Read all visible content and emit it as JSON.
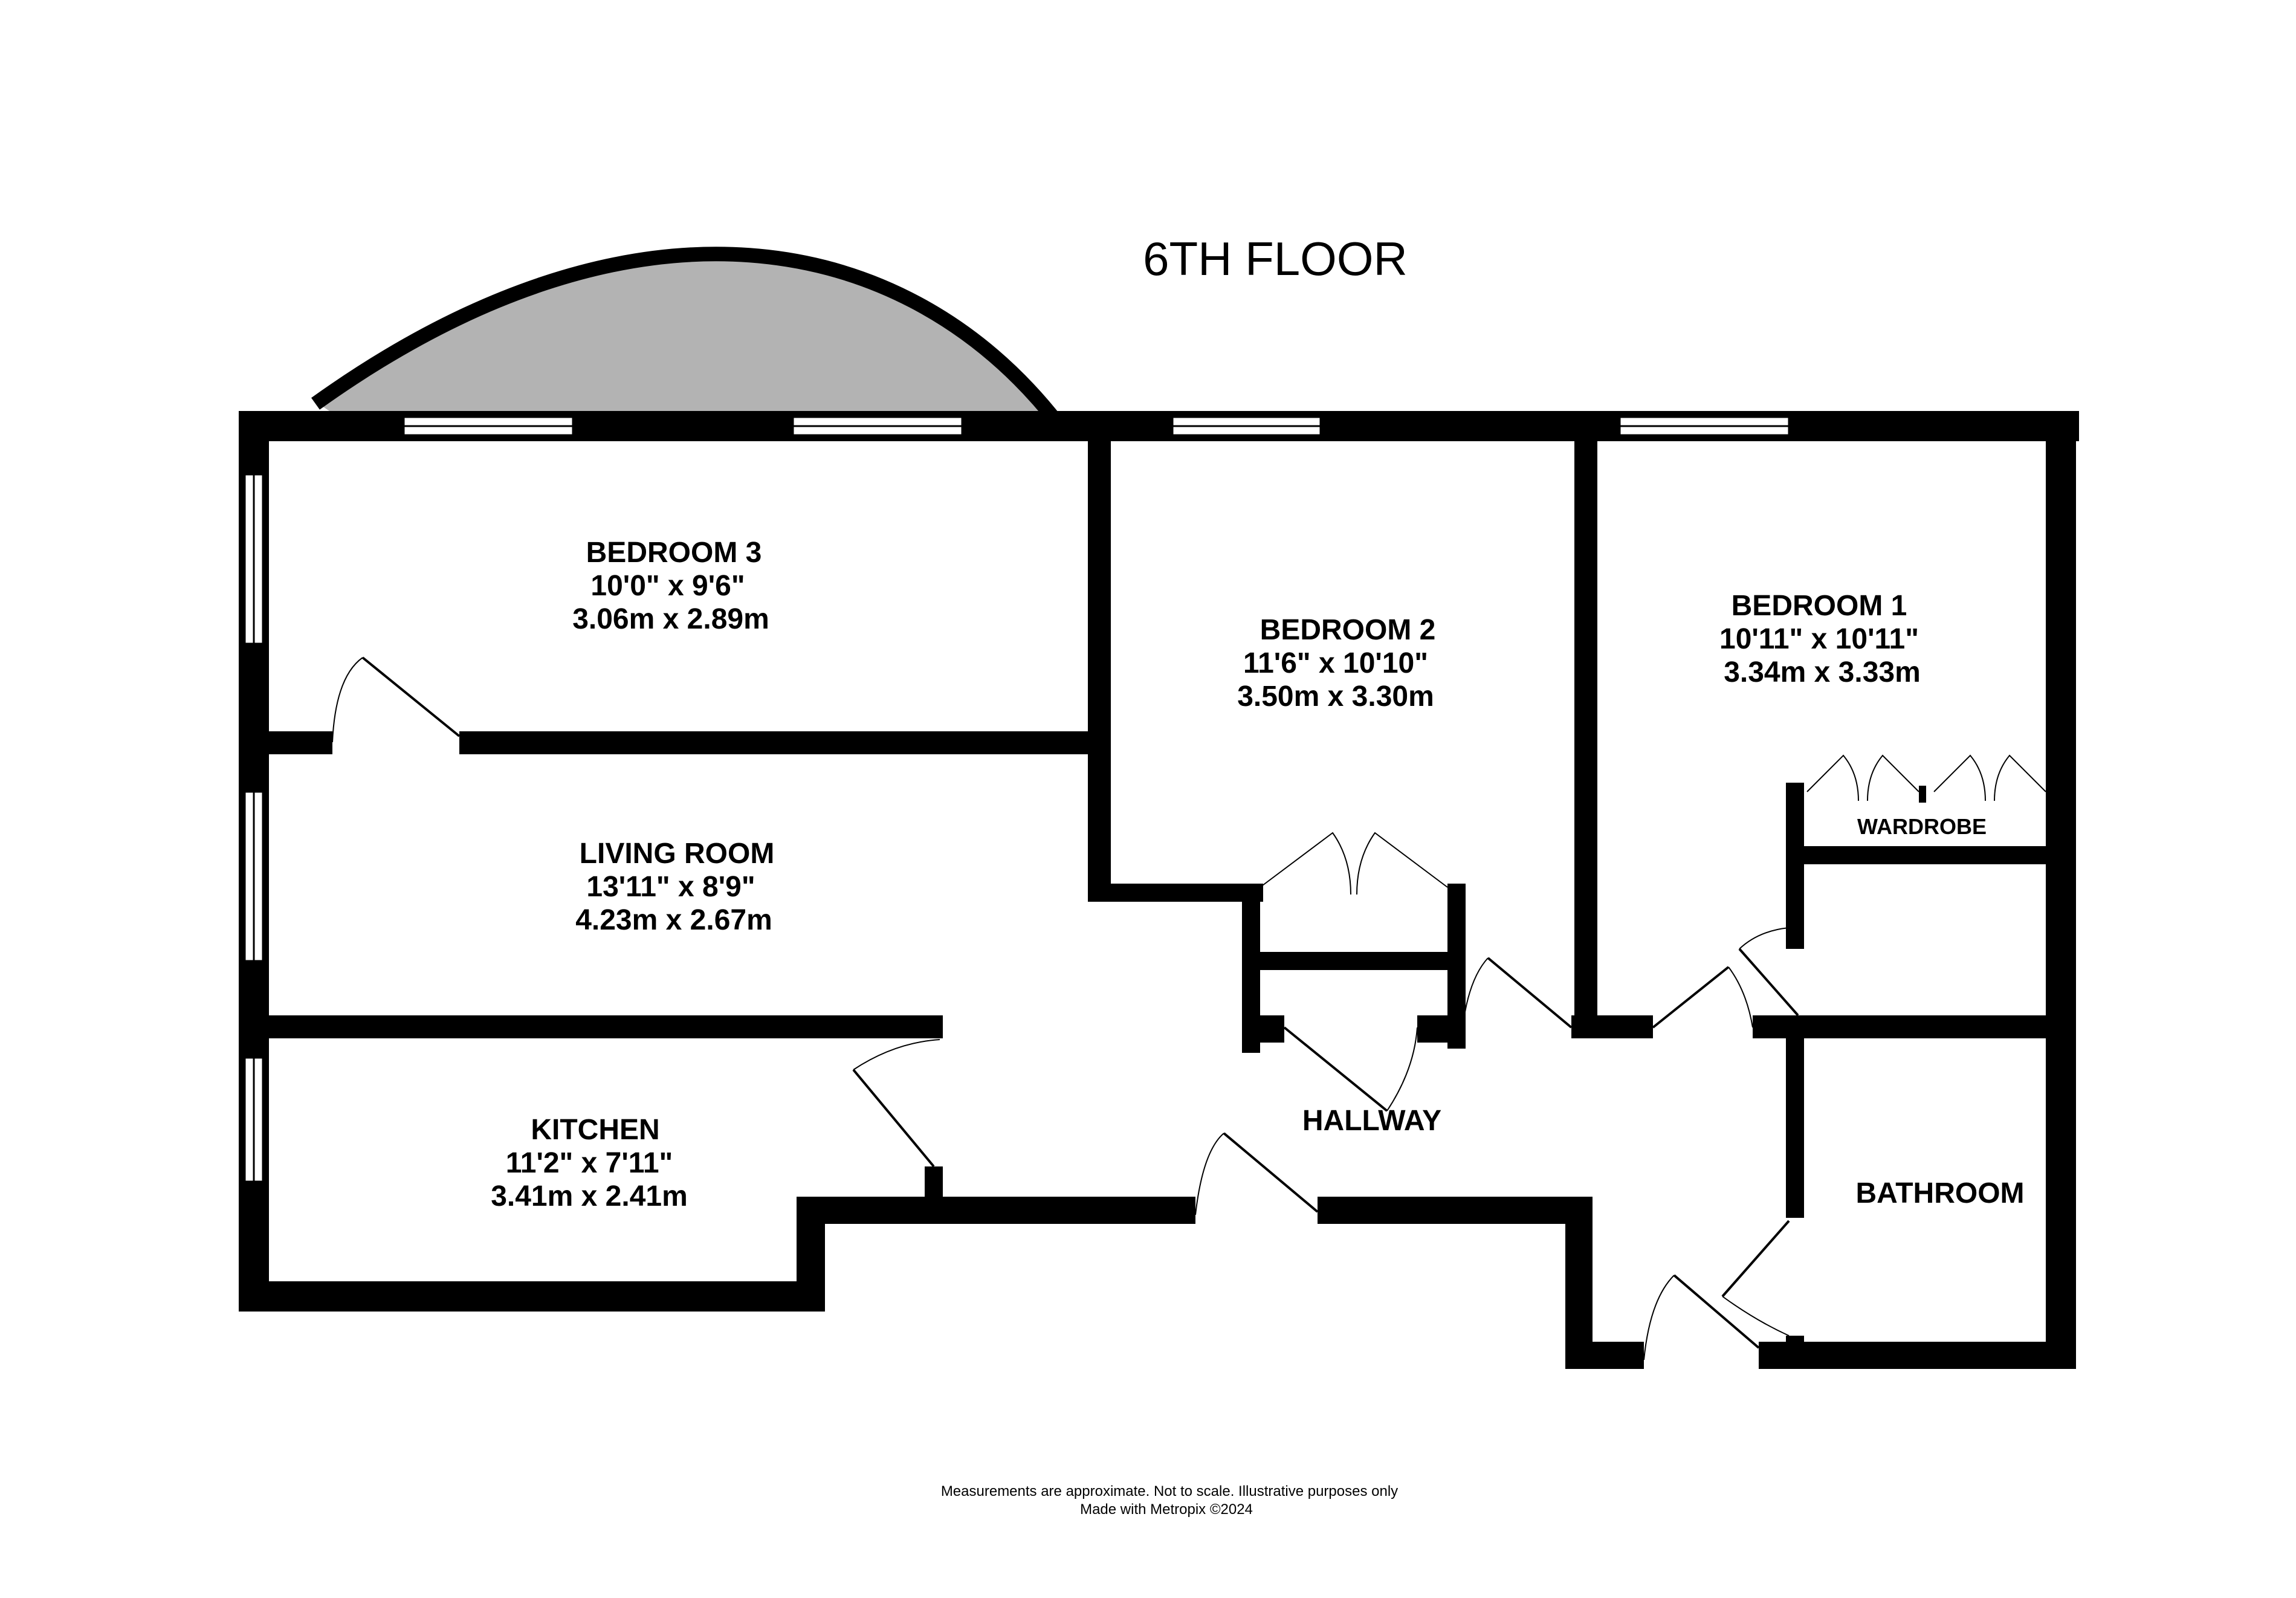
{
  "plan": {
    "title": "6TH FLOOR",
    "rooms": {
      "bedroom3": {
        "name": "BEDROOM 3",
        "imperial": "10'0\"  x 9'6\"",
        "metric": "3.06m  x 2.89m"
      },
      "bedroom2": {
        "name": "BEDROOM 2",
        "imperial": "11'6\"  x 10'10\"",
        "metric": "3.50m  x 3.30m"
      },
      "bedroom1": {
        "name": "BEDROOM 1",
        "imperial": "10'11\"  x 10'11\"",
        "metric": "3.34m  x 3.33m"
      },
      "living": {
        "name": "LIVING ROOM",
        "imperial": "13'11\"  x 8'9\"",
        "metric": "4.23m  x 2.67m"
      },
      "kitchen": {
        "name": "KITCHEN",
        "imperial": "11'2\"  x 7'11\"",
        "metric": "3.41m  x 2.41m"
      },
      "hallway": {
        "name": "HALLWAY"
      },
      "bathroom": {
        "name": "BATHROOM"
      },
      "wardrobe": {
        "name": "WARDROBE"
      }
    },
    "footer": {
      "line1": "Measurements are approximate.  Not to scale.  Illustrative purposes only",
      "line2": "Made with Metropix ©2024"
    },
    "colors": {
      "wall": "#000000",
      "balcony": "#b3b3b3",
      "background": "#ffffff"
    }
  }
}
